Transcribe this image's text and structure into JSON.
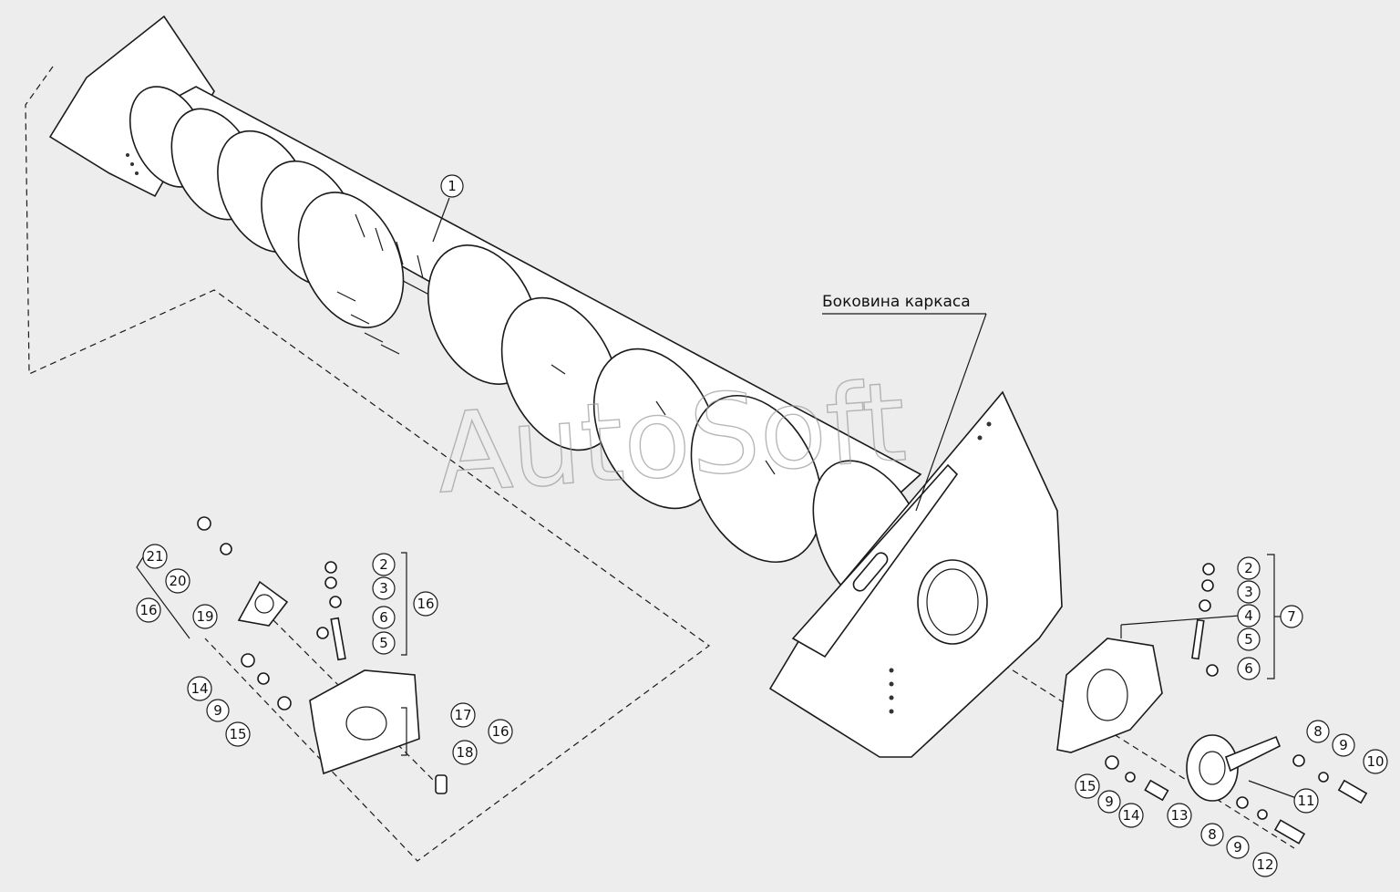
{
  "watermark": "AutoSoft",
  "label": "Боковина каркаса",
  "callouts": [
    {
      "id": "c1",
      "text": "1"
    },
    {
      "id": "c2a",
      "text": "2"
    },
    {
      "id": "c3a",
      "text": "3"
    },
    {
      "id": "c6a",
      "text": "6"
    },
    {
      "id": "c5a",
      "text": "5"
    },
    {
      "id": "c16a",
      "text": "16"
    },
    {
      "id": "c21",
      "text": "21"
    },
    {
      "id": "c20",
      "text": "20"
    },
    {
      "id": "c16b",
      "text": "16"
    },
    {
      "id": "c19",
      "text": "19"
    },
    {
      "id": "c14a",
      "text": "14"
    },
    {
      "id": "c9a",
      "text": "9"
    },
    {
      "id": "c15a",
      "text": "15"
    },
    {
      "id": "c17",
      "text": "17"
    },
    {
      "id": "c16c",
      "text": "16"
    },
    {
      "id": "c18",
      "text": "18"
    },
    {
      "id": "c2b",
      "text": "2"
    },
    {
      "id": "c3b",
      "text": "3"
    },
    {
      "id": "c4",
      "text": "4"
    },
    {
      "id": "c7",
      "text": "7"
    },
    {
      "id": "c5b",
      "text": "5"
    },
    {
      "id": "c6b",
      "text": "6"
    },
    {
      "id": "c8a",
      "text": "8"
    },
    {
      "id": "c9b",
      "text": "9"
    },
    {
      "id": "c10",
      "text": "10"
    },
    {
      "id": "c15b",
      "text": "15"
    },
    {
      "id": "c9c",
      "text": "9"
    },
    {
      "id": "c14b",
      "text": "14"
    },
    {
      "id": "c13",
      "text": "13"
    },
    {
      "id": "c11",
      "text": "11"
    },
    {
      "id": "c8b",
      "text": "8"
    },
    {
      "id": "c9d",
      "text": "9"
    },
    {
      "id": "c12",
      "text": "12"
    }
  ]
}
